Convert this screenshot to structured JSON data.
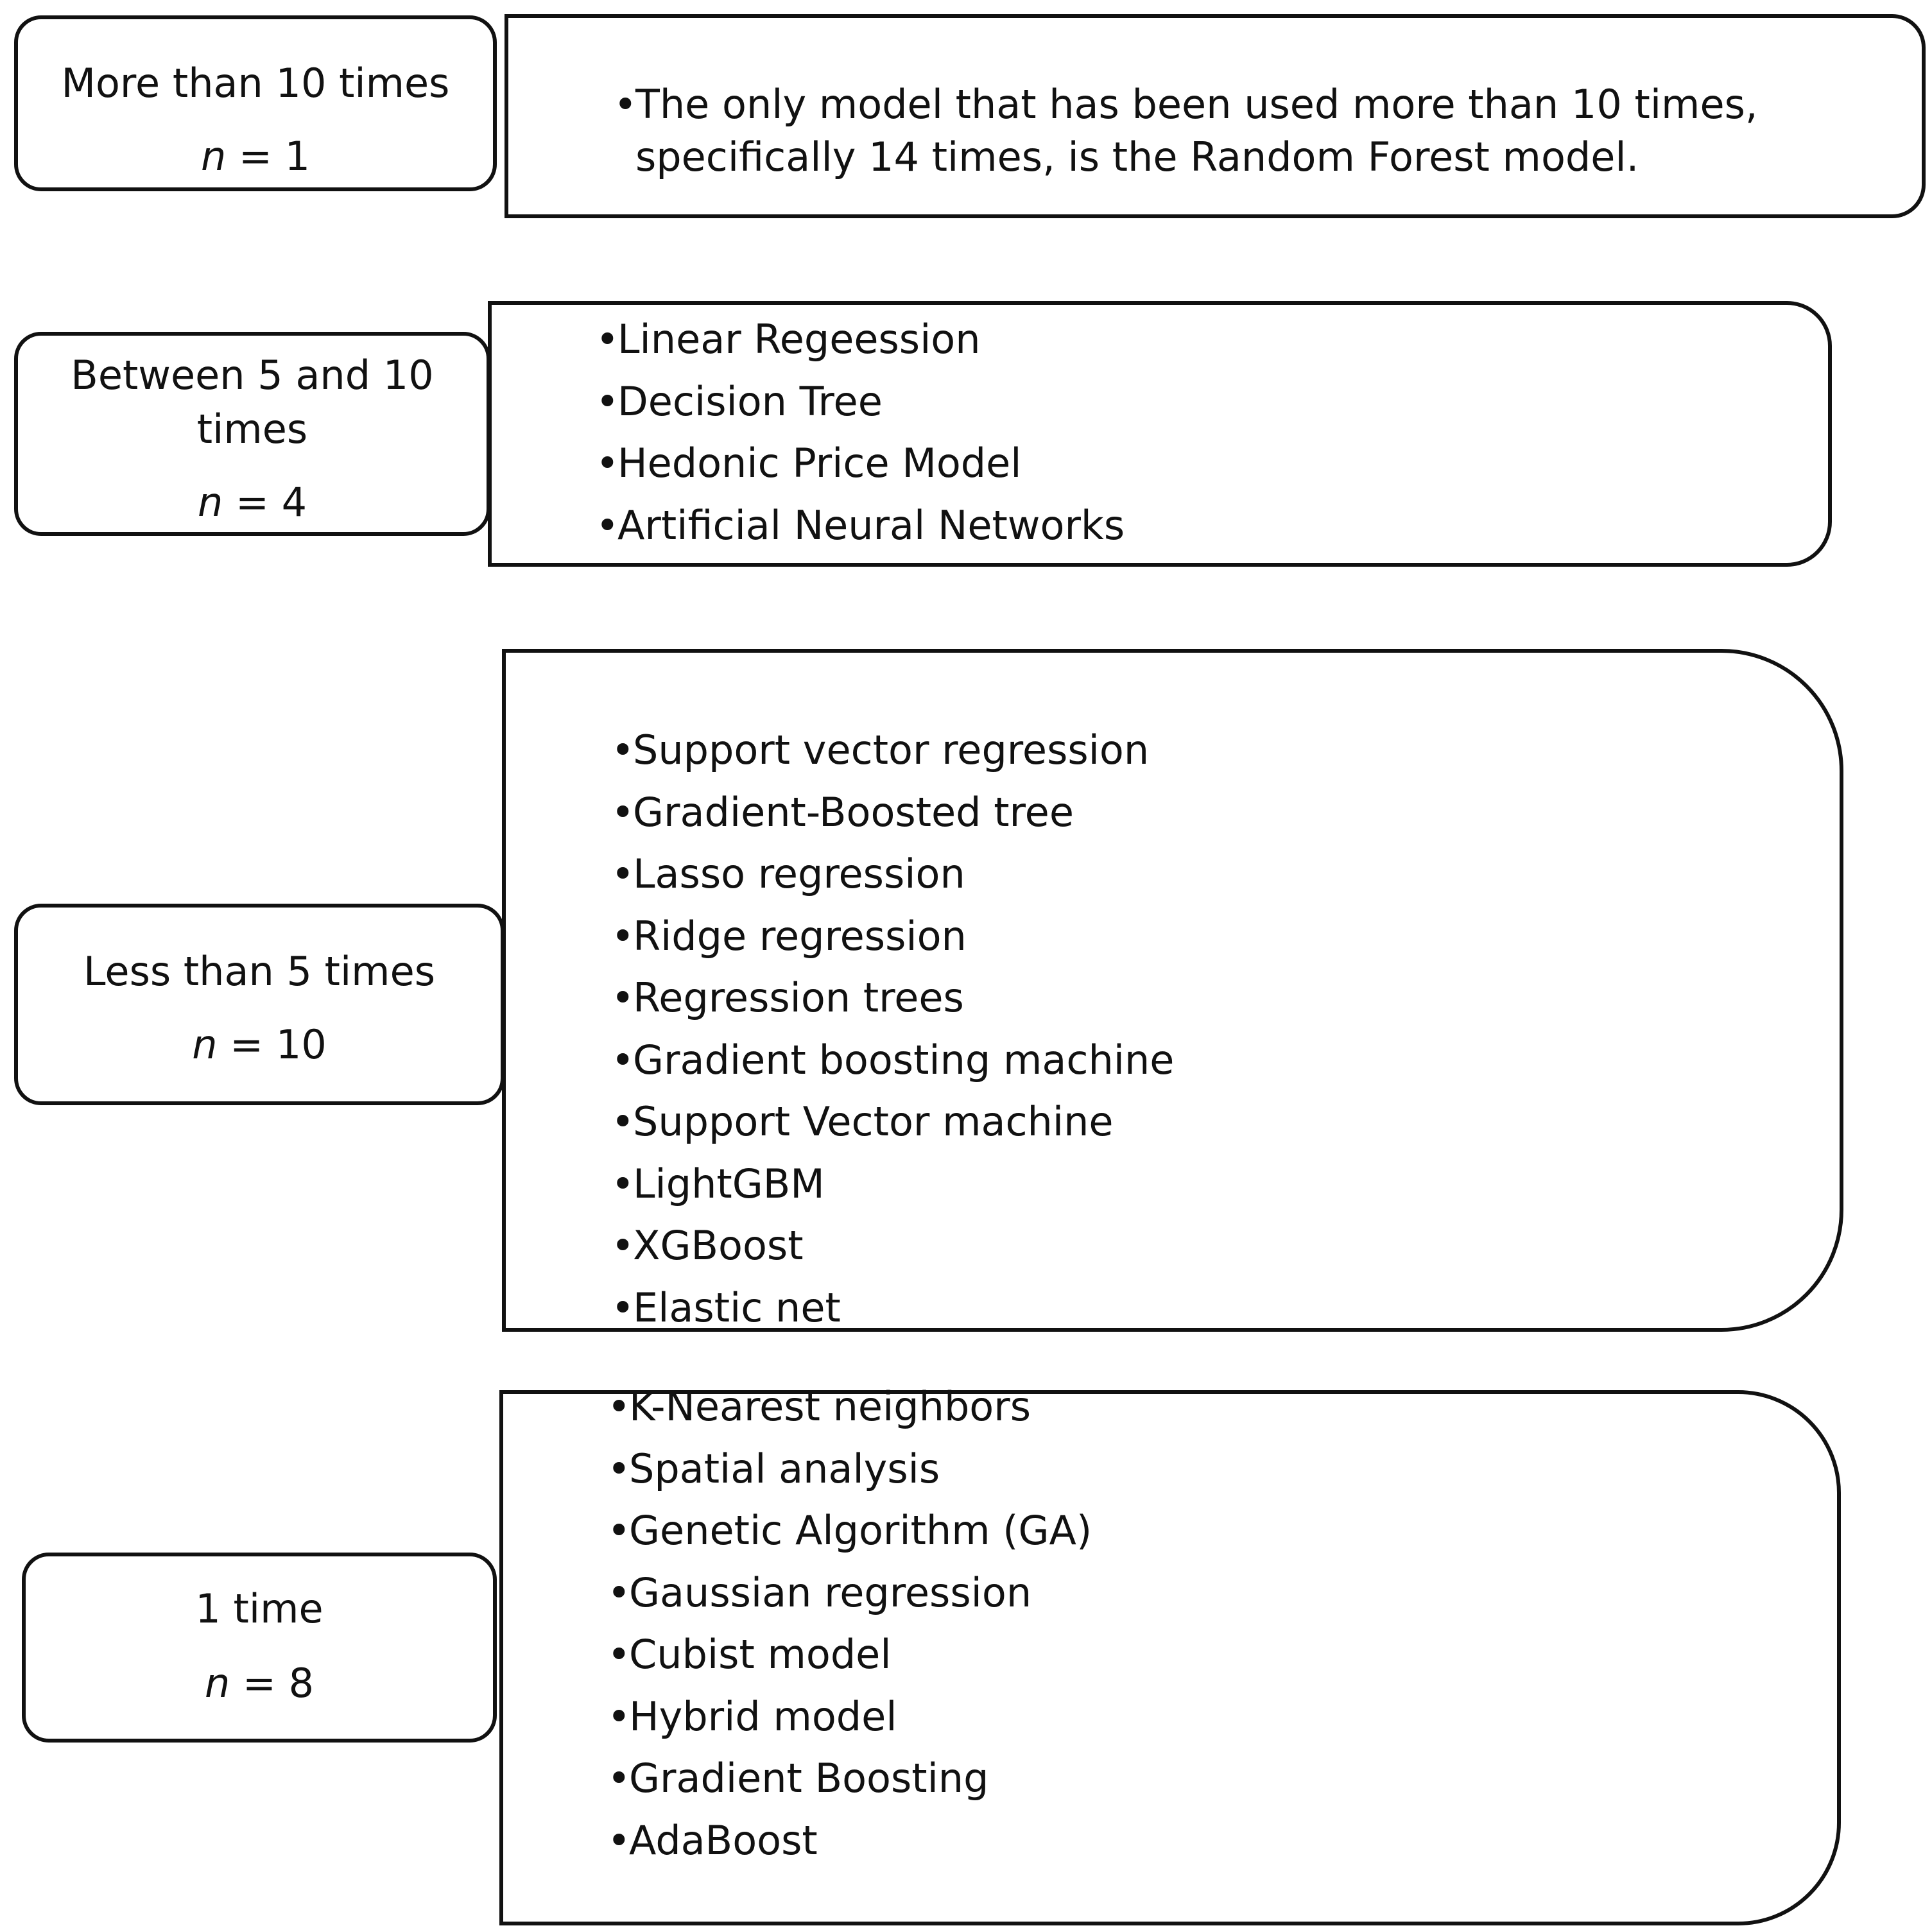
{
  "groups": [
    {
      "label": "More than 10 times",
      "n_var": "n",
      "n_value": "= 1",
      "description": "The only model that has been used more than 10 times, specifically 14 times, is the Random Forest model."
    },
    {
      "label": "Between 5 and 10\ntimes",
      "n_var": "n",
      "n_value": "= 4",
      "items": [
        "Linear Regeession",
        "Decision Tree",
        "Hedonic Price Model",
        "Artificial Neural Networks"
      ]
    },
    {
      "label": "Less than 5 times",
      "n_var": "n",
      "n_value": "= 10",
      "items": [
        "Support vector regression",
        "Gradient-Boosted tree",
        "Lasso regression",
        "Ridge regression",
        "Regression trees",
        "Gradient boosting machine",
        "Support Vector machine",
        "LightGBM",
        "XGBoost",
        "Elastic net"
      ]
    },
    {
      "label": "1 time",
      "n_var": "n",
      "n_value": "= 8",
      "items": [
        "K-Nearest neighbors",
        "Spatial analysis",
        "Genetic Algorithm (GA)",
        "Gaussian regression",
        "Cubist model",
        "Hybrid model",
        "Gradient Boosting",
        "AdaBoost"
      ]
    }
  ]
}
